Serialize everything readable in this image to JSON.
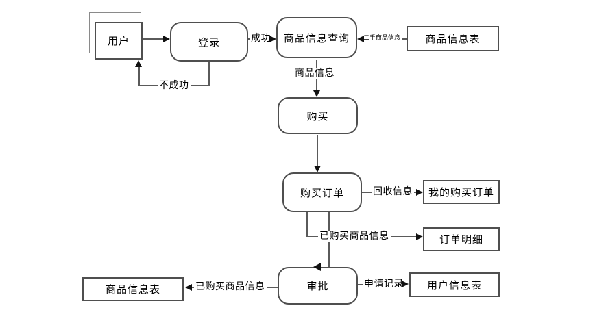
{
  "diagram": {
    "nodes": {
      "user": {
        "label": "用户",
        "type": "external-entity"
      },
      "login": {
        "label": "登录",
        "type": "process"
      },
      "query": {
        "label": "商品信息查询",
        "type": "process"
      },
      "product_table_top": {
        "label": "商品信息表",
        "type": "data-store"
      },
      "buy": {
        "label": "购买",
        "type": "process"
      },
      "order": {
        "label": "购买订单",
        "type": "process"
      },
      "my_orders": {
        "label": "我的购买订单",
        "type": "data-store"
      },
      "order_detail": {
        "label": "订单明细",
        "type": "data-store"
      },
      "approve": {
        "label": "审批",
        "type": "process"
      },
      "user_table": {
        "label": "用户信息表",
        "type": "data-store"
      },
      "product_table_bottom": {
        "label": "商品信息表",
        "type": "data-store"
      }
    },
    "edge_labels": {
      "success": "成功",
      "fail": "不成功",
      "secondhand_info": "二手商品信息",
      "product_info": "商品信息",
      "recycle_info": "回收信息",
      "purchased_info_1": "已购买商品信息",
      "purchased_info_2": "已购买商品信息",
      "apply_record": "申请记录"
    },
    "colors": {
      "background": "#ffffff",
      "connector": "#5a5a5a",
      "arrowhead": "#111111",
      "text": "#000000"
    }
  }
}
